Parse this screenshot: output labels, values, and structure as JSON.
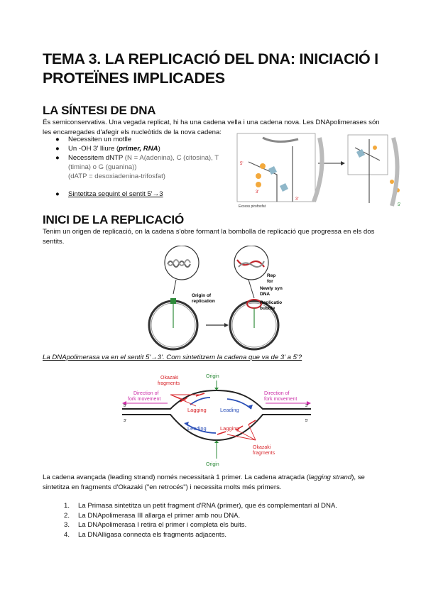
{
  "title": "TEMA 3. LA REPLICACIÓ DEL DNA: INICIACIÓ I PROTEÏNES IMPLICADES",
  "section1": {
    "heading": "LA SÍNTESI DE DNA",
    "intro": "És semiconservativa. Una vegada replicat, hi ha una cadena vella i una cadena nova. Les DNApolimerases són les encarregades d'afegir els nucleòtids de la nova cadena:",
    "bullets": [
      {
        "text": "Necessiten un motlle"
      },
      {
        "prefix": "Un -OH 3' lliure (",
        "emph": "primer, RNA",
        "suffix": ")"
      },
      {
        "prefix": "Necessitem dNTP ",
        "detail": "(N = A(adenina), C (citosina), T (timina) o G (guanina))",
        "extra": "(dATP = desoxiadenina-trifosfat)"
      },
      {
        "text": "Sintetitza seguint el sentit 5'→3"
      }
    ],
    "figure_caption": "Excess pirofosfat"
  },
  "section2": {
    "heading": "INICI DE LA REPLICACIÓ",
    "intro": "Tenim un origen de replicació, on la cadena s'obre formant la bombolla de replicació que progressa en els dos sentits.",
    "fig": {
      "origin_label_1": "Origin of",
      "origin_label_2": "replication",
      "newly_1": "Newly syn",
      "newly_2": "DNA",
      "bubble_1": "Replicatio",
      "bubble_2": "bubble",
      "rep_1": "Rep",
      "rep_2": "for"
    },
    "question": "La DNApolimerasa va en el sentit 5'→3'. Com sintetitzem la cadena que va de 3' a 5'?",
    "fork": {
      "okazaki_1": "Okazaki",
      "okazaki_2": "fragments",
      "origin": "Origin",
      "dir_1": "Direction of",
      "dir_2": "fork movement",
      "lagging": "Lagging",
      "leading": "Leading",
      "p5": "5'",
      "p3": "3'"
    },
    "lagging_text": {
      "a": "La cadena avançada (leading strand) només necessitarà 1 primer. La cadena atraçada (",
      "b": "lagging strand",
      "c": "), se sintetitza en fragments d'Okazaki (\"en retrocés\") i necessita molts més primers."
    },
    "steps": [
      "La Primasa sintetitza un petit fragment d'RNA (primer), que és complementari al DNA.",
      "La DNApolimerasa III allarga el primer amb nou DNA.",
      "La DNApolimerasa I retira el primer i completa els buits.",
      "La DNAlligasa connecta els fragments adjacents."
    ]
  },
  "colors": {
    "red": "#d8262b",
    "blue": "#2a4fb8",
    "green": "#2e8b3a",
    "magenta": "#cc2fa8"
  }
}
